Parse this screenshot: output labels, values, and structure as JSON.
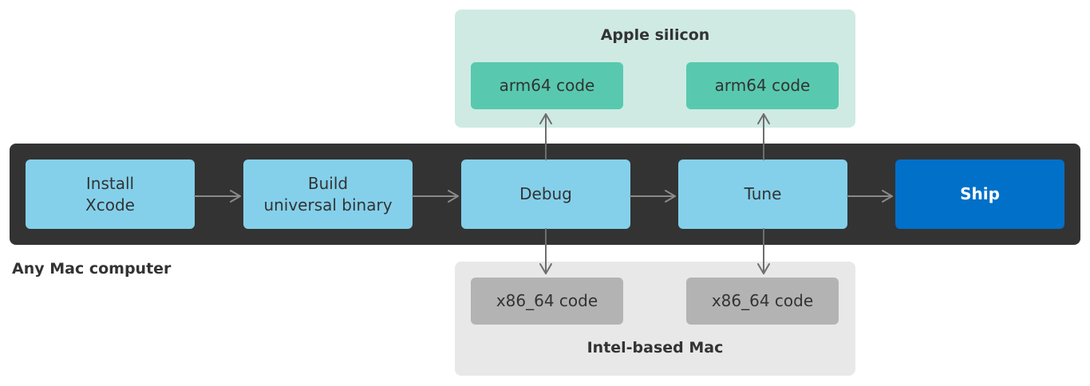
{
  "diagram": {
    "band_label": "Any Mac computer",
    "steps": [
      {
        "id": "install",
        "label": "Install\nXcode"
      },
      {
        "id": "build",
        "label": "Build\nuniversal binary"
      },
      {
        "id": "debug",
        "label": "Debug"
      },
      {
        "id": "tune",
        "label": "Tune"
      },
      {
        "id": "ship",
        "label": "Ship"
      }
    ],
    "apple_panel": {
      "title": "Apple silicon",
      "boxes": [
        "arm64 code",
        "arm64 code"
      ]
    },
    "intel_panel": {
      "title": "Intel-based Mac",
      "boxes": [
        "x86_64 code",
        "x86_64 code"
      ]
    },
    "edges": [
      {
        "from": "install",
        "to": "build"
      },
      {
        "from": "build",
        "to": "debug"
      },
      {
        "from": "debug",
        "to": "tune"
      },
      {
        "from": "tune",
        "to": "ship"
      },
      {
        "from": "debug",
        "to": "arm64 code (1)"
      },
      {
        "from": "debug",
        "to": "x86_64 code (1)"
      },
      {
        "from": "tune",
        "to": "arm64 code (2)"
      },
      {
        "from": "tune",
        "to": "x86_64 code (2)"
      }
    ],
    "colors": {
      "band": "#333333",
      "step": "#84d0eb",
      "ship": "#0070c9",
      "apple_panel": "#cfeae3",
      "arm_box": "#58c9af",
      "intel_panel": "#e8e8e8",
      "x86_box": "#b3b3b3",
      "arrow": "#8a8a8a"
    }
  }
}
